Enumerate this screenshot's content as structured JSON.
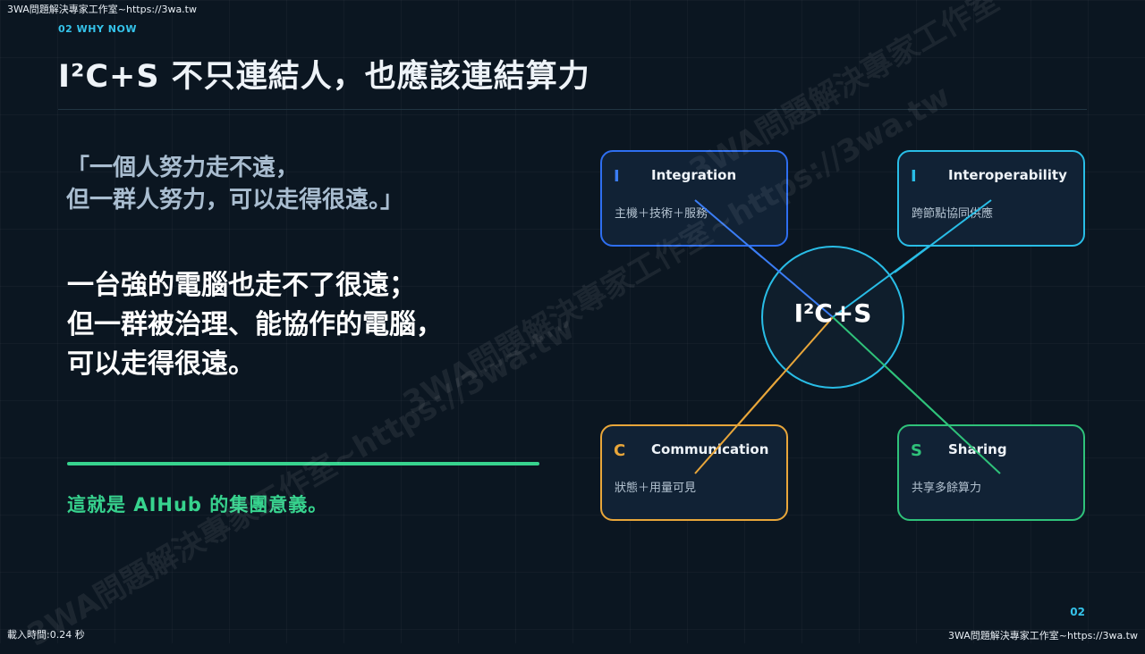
{
  "top_watermark": "3WA問題解決專家工作室~https://3wa.tw",
  "load_time": "載入時間:0.24 秒",
  "bottom_right_watermark": "3WA問題解決專家工作室~https://3wa.tw",
  "watermark_text": "3WA問題解決專家工作室~https://3wa.tw",
  "section_label": "02 WHY NOW",
  "title": "I²C+S 不只連結人，也應該連結算力",
  "quote_lines": [
    "「一個人努力走不遠，",
    "但一群人努力，可以走得很遠。」"
  ],
  "statement_lines": [
    "一台強的電腦也走不了很遠；",
    "但一群被治理、能協作的電腦，",
    "可以走得很遠。"
  ],
  "conclusion": "這就是 AIHub 的集團意義。",
  "page_number": "02",
  "diagram": {
    "center": "I²C+S",
    "nodes": [
      {
        "letter": "I",
        "name": "Integration",
        "desc": "主機＋技術＋服務",
        "color": "#2e6ef0"
      },
      {
        "letter": "I",
        "name": "Interoperability",
        "desc": "跨節點協同供應",
        "color": "#29bde6"
      },
      {
        "letter": "C",
        "name": "Communication",
        "desc": "狀態＋用量可見",
        "color": "#e8a63a"
      },
      {
        "letter": "S",
        "name": "Sharing",
        "desc": "共享多餘算力",
        "color": "#2fc27a"
      }
    ]
  }
}
